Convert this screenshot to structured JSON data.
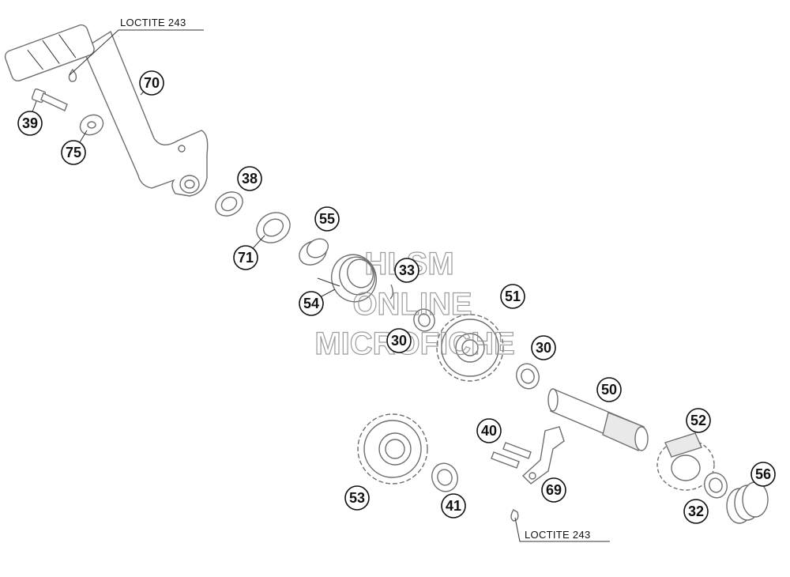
{
  "diagram": {
    "annotations": [
      "LOCTITE 243",
      "LOCTITE 243"
    ],
    "watermark": [
      "HLSM",
      "ONLINE",
      "MICROFICHE"
    ],
    "callouts": [
      "70",
      "39",
      "75",
      "38",
      "71",
      "55",
      "33",
      "54",
      "30",
      "51",
      "30",
      "50",
      "40",
      "52",
      "53",
      "41",
      "69",
      "56",
      "32"
    ]
  }
}
